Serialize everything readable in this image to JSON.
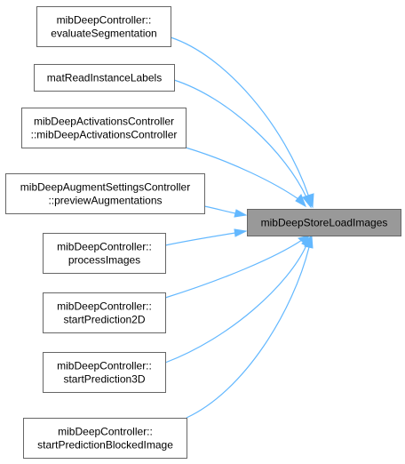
{
  "graph": {
    "target": {
      "id": "target",
      "lines": [
        "mibDeepStoreLoadImages"
      ]
    },
    "callers": [
      {
        "id": "c1",
        "lines": [
          "mibDeepController::",
          "evaluateSegmentation"
        ]
      },
      {
        "id": "c2",
        "lines": [
          "matReadInstanceLabels"
        ]
      },
      {
        "id": "c3",
        "lines": [
          "mibDeepActivationsController",
          "::mibDeepActivationsController"
        ]
      },
      {
        "id": "c4",
        "lines": [
          "mibDeepAugmentSettingsController",
          "::previewAugmentations"
        ]
      },
      {
        "id": "c5",
        "lines": [
          "mibDeepController::",
          "processImages"
        ]
      },
      {
        "id": "c6",
        "lines": [
          "mibDeepController::",
          "startPrediction2D"
        ]
      },
      {
        "id": "c7",
        "lines": [
          "mibDeepController::",
          "startPrediction3D"
        ]
      },
      {
        "id": "c8",
        "lines": [
          "mibDeepController::",
          "startPredictionBlockedImage"
        ]
      }
    ],
    "colors": {
      "edge": "#63b8ff",
      "node_border": "#666666",
      "target_fill": "#999999",
      "node_fill": "#ffffff"
    }
  }
}
